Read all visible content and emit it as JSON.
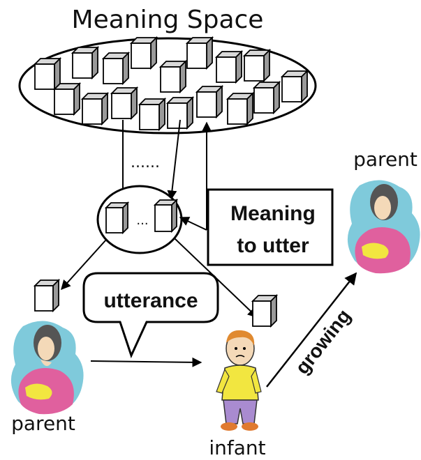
{
  "title": "Meaning Space",
  "ellipsis": "......",
  "mini_ellipsis": "...",
  "meaning_box": {
    "line1": "Meaning",
    "line2": "to utter"
  },
  "utterance_label": "utterance",
  "growing_label": "growing",
  "parent_left_label": "parent",
  "parent_right_label": "parent",
  "infant_label": "infant",
  "colors": {
    "line": "#000000",
    "cube_face": "#ffffff",
    "cube_side": "#9a9a9a",
    "cube_top": "#d8d8d8",
    "parent_blob": "#7fcadb",
    "parent_body": "#e0609e",
    "infant_shirt": "#f2e640",
    "infant_pants": "#a98bd0",
    "infant_hair": "#e08a30"
  },
  "icons": [
    "cube-icon",
    "parent-icon",
    "infant-icon",
    "speech-bubble-icon"
  ]
}
